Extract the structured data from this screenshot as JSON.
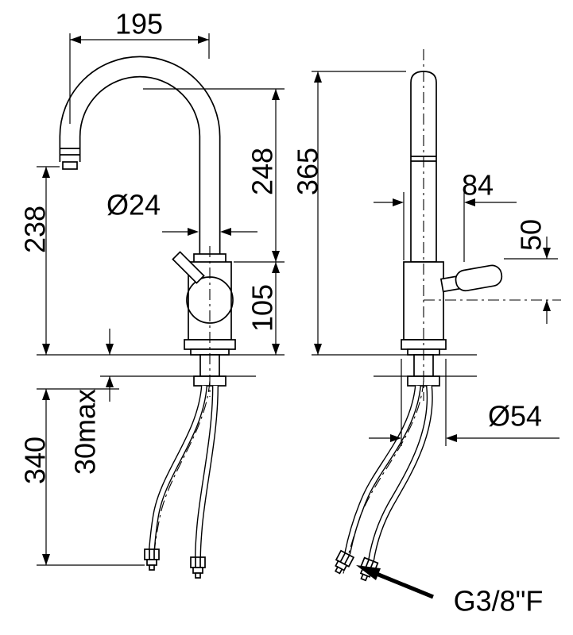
{
  "drawing": {
    "type": "technical-dimension-drawing",
    "subject": "single-lever kitchen sink mixer tap, front and side views",
    "background": "#ffffff",
    "line_color": "#000000",
    "labels": {
      "spout_reach": "195",
      "spout_dia": "Ø24",
      "spout_height": "248",
      "body_height": "105",
      "outlet_height": "238",
      "deck_thickness": "30max",
      "hose_length": "340",
      "total_height": "365",
      "handle_reach": "84",
      "handle_rise": "50",
      "base_dia": "Ø54",
      "thread": "G3/8\"F"
    }
  }
}
